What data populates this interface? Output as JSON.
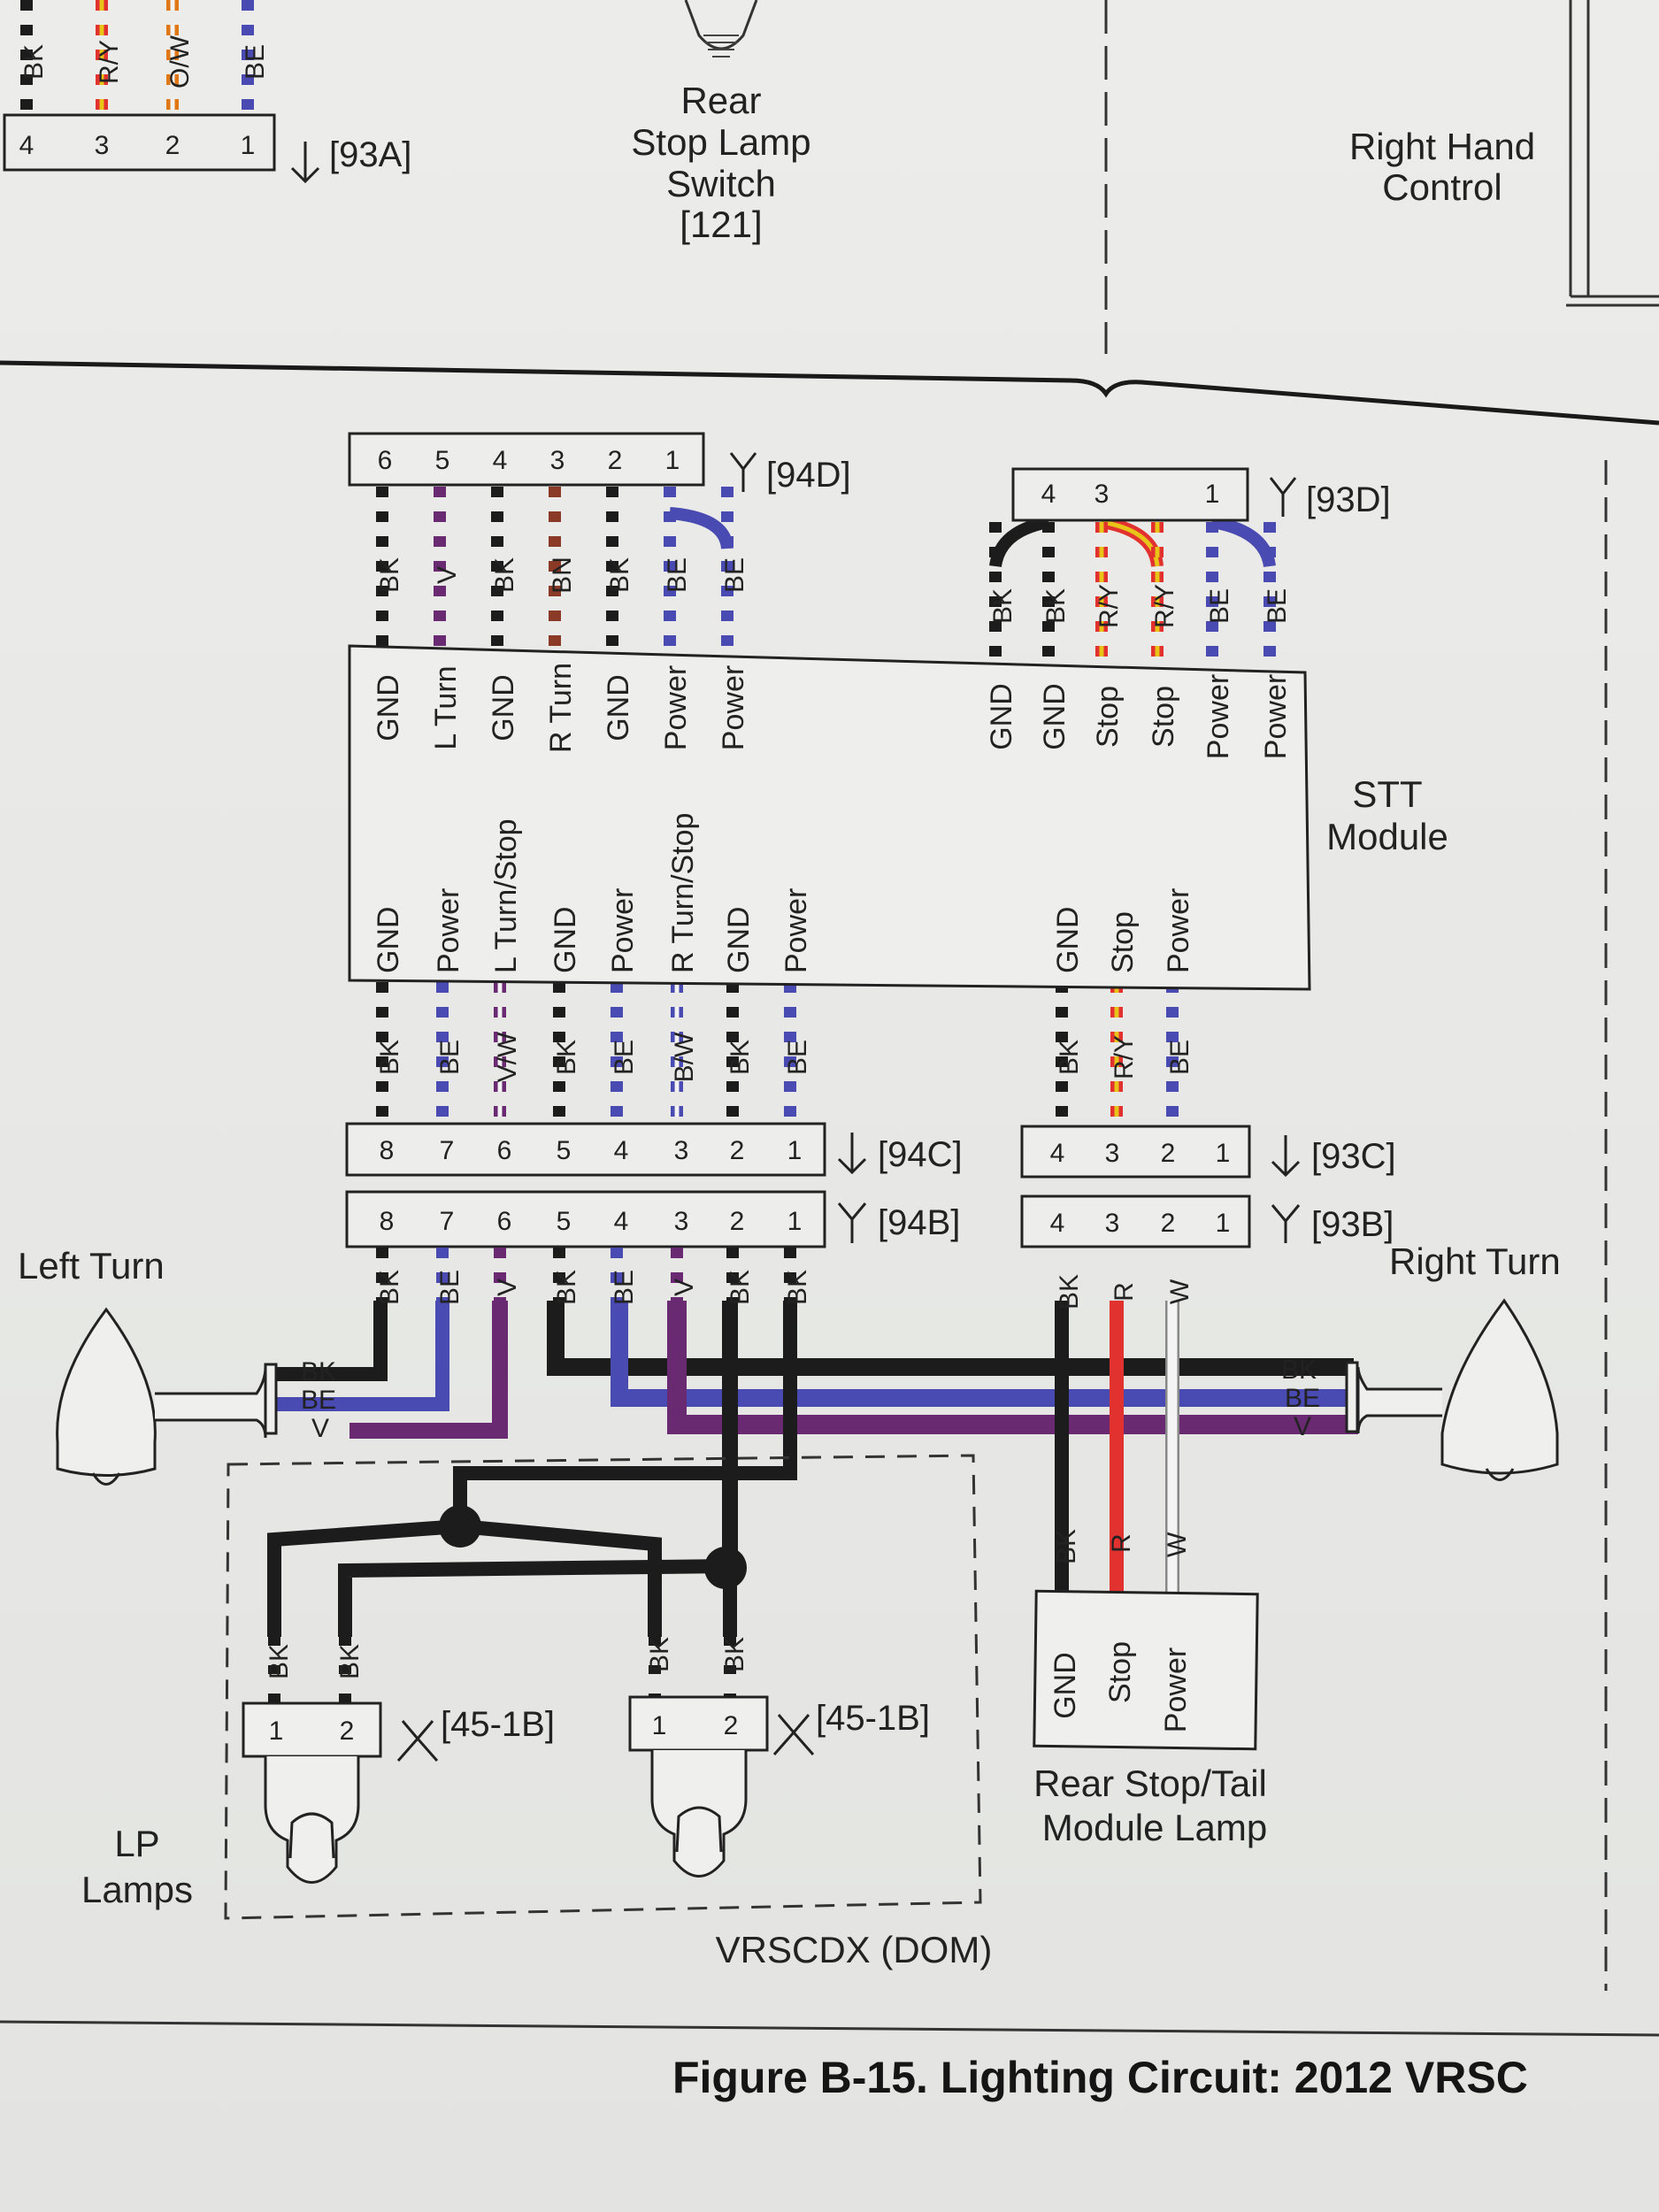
{
  "figure_caption": "Figure B-15. Lighting Circuit: 2012 VRSC",
  "colors": {
    "BK": "#1c1c1c",
    "BE": "#4a4ab3",
    "V": "#6a2a72",
    "BN": "#8a3a26",
    "R": "#e2322f",
    "Y": "#e8c418",
    "O": "#e07818",
    "W": "#f2f2f2"
  },
  "top": {
    "c93A": {
      "ref": "[93A]",
      "pins": [
        "4",
        "3",
        "2",
        "1"
      ],
      "wires": [
        "BK",
        "R/Y",
        "O/W",
        "BE"
      ]
    },
    "rear_switch": {
      "l1": "Rear",
      "l2": "Stop Lamp",
      "l3": "Switch",
      "l4": "[121]"
    },
    "rhc": {
      "l1": "Right Hand",
      "l2": "Control"
    }
  },
  "c94D": {
    "ref": "[94D]",
    "pins": [
      "6",
      "5",
      "4",
      "3",
      "2",
      "1"
    ],
    "wires": [
      "BK",
      "V",
      "BK",
      "BN",
      "BK",
      "BE",
      "BE"
    ]
  },
  "c93D": {
    "ref": "[93D]",
    "pins": [
      "4",
      "3",
      "1"
    ],
    "wires": [
      "BK",
      "BK",
      "R/Y",
      "R/Y",
      "BE",
      "BE"
    ]
  },
  "stt": {
    "l1": "STT",
    "l2": "Module",
    "top_left": [
      "GND",
      "L Turn",
      "GND",
      "R Turn",
      "GND",
      "Power",
      "Power"
    ],
    "top_right": [
      "GND",
      "GND",
      "Stop",
      "Stop",
      "Power",
      "Power"
    ],
    "bottom_left": [
      "GND",
      "Power",
      "L Turn/Stop",
      "GND",
      "Power",
      "R Turn/Stop",
      "GND",
      "Power"
    ],
    "bottom_right": [
      "GND",
      "Stop",
      "Power"
    ]
  },
  "c94C": {
    "ref": "[94C]",
    "pins": [
      "8",
      "7",
      "6",
      "5",
      "4",
      "3",
      "2",
      "1"
    ],
    "wires": [
      "BK",
      "BE",
      "V/W",
      "BK",
      "BE",
      "B/W",
      "BK",
      "BE"
    ]
  },
  "c94B": {
    "ref": "[94B]",
    "pins": [
      "8",
      "7",
      "6",
      "5",
      "4",
      "3",
      "2",
      "1"
    ],
    "wires": [
      "BK",
      "BE",
      "V",
      "BK",
      "BE",
      "V",
      "BK",
      "BK"
    ]
  },
  "c93C": {
    "ref": "[93C]",
    "pins": [
      "4",
      "3",
      "2",
      "1"
    ],
    "wires": [
      "BK",
      "R/Y",
      "BE"
    ]
  },
  "c93B": {
    "ref": "[93B]",
    "pins": [
      "4",
      "3",
      "2",
      "1"
    ],
    "wires": [
      "BK",
      "R",
      "W"
    ]
  },
  "left_turn": {
    "title": "Left Turn",
    "wires": [
      "BK",
      "BE",
      "V"
    ]
  },
  "right_turn": {
    "title": "Right Turn",
    "wires": [
      "BK",
      "BE",
      "V"
    ]
  },
  "lp1": {
    "ref": "[45-1B]",
    "pins": [
      "1",
      "2"
    ],
    "wires": [
      "BK",
      "BK"
    ]
  },
  "lp2": {
    "ref": "[45-1B]",
    "pins": [
      "1",
      "2"
    ],
    "wires": [
      "BK",
      "BK"
    ]
  },
  "lp_label": {
    "l1": "LP",
    "l2": "Lamps"
  },
  "dom_label": "VRSCDX (DOM)",
  "rear_module": {
    "wires": [
      "BK",
      "R",
      "W"
    ],
    "funcs": [
      "GND",
      "Stop",
      "Power"
    ],
    "l1": "Rear Stop/Tail",
    "l2": "Module Lamp"
  }
}
